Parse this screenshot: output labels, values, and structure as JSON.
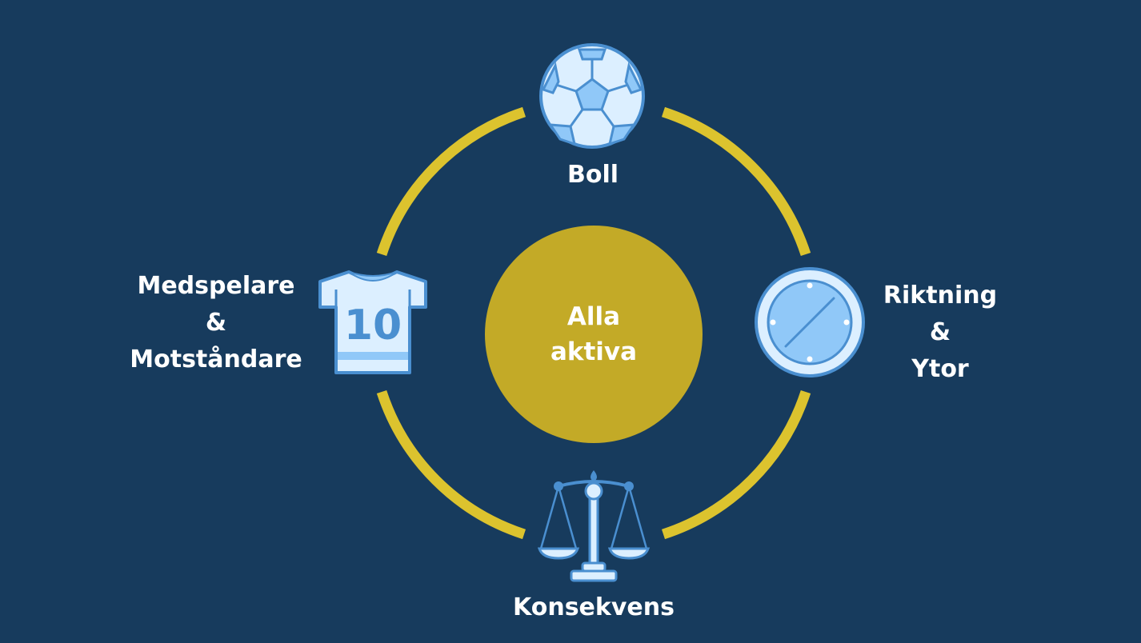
{
  "diagram": {
    "center": {
      "lines": [
        "Alla",
        "aktiva"
      ]
    },
    "nodes": {
      "top": {
        "lines": [
          "Boll"
        ],
        "icon": "soccer-ball-icon"
      },
      "right": {
        "lines": [
          "Riktning",
          "&",
          "Ytor"
        ],
        "icon": "compass-icon"
      },
      "bottom": {
        "lines": [
          "Konsekvens"
        ],
        "icon": "scales-icon"
      },
      "left": {
        "lines": [
          "Medspelare",
          "&",
          "Motståndare"
        ],
        "icon": "jersey-icon",
        "jersey_number": "10"
      }
    },
    "colors": {
      "background": "#173b5d",
      "ring": "#dcc32e",
      "center": "#c3aa27",
      "icon_fill": "#dcefff",
      "icon_accent": "#90c8f8",
      "icon_stroke": "#4a8fd0"
    }
  }
}
